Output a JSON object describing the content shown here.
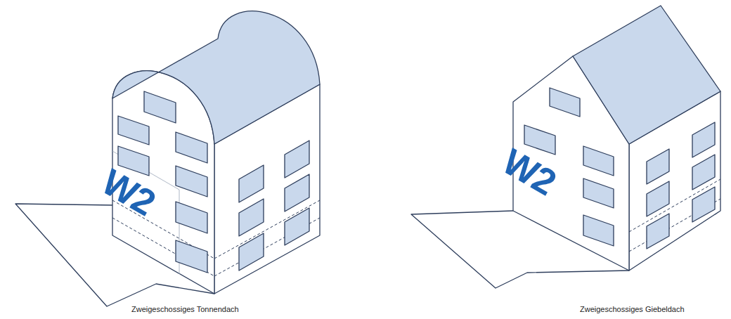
{
  "diagram": {
    "labels": [
      "W2",
      "Zweigeschossiges Tonnendach",
      "W2",
      "Zweigeschossiges Giebeldach"
    ]
  }
}
